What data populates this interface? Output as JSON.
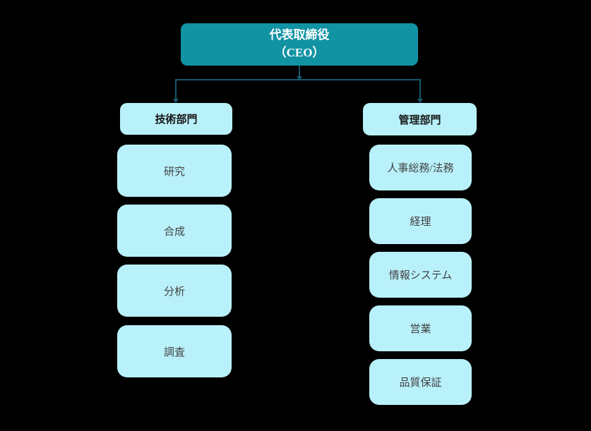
{
  "colors": {
    "bg": "#000000",
    "root_fill": "#1193a4",
    "root_text": "#ffffff",
    "node_fill": "#b9f1fb",
    "header_text": "#161616",
    "node_text": "#424242",
    "line": "#15596b"
  },
  "chart": {
    "type": "org-chart",
    "root": {
      "line1": "代表取締役",
      "line2": "（CEO）"
    },
    "branches": [
      {
        "header": "技術部門",
        "children": [
          "研究",
          "合成",
          "分析",
          "調査"
        ]
      },
      {
        "header": "管理部門",
        "children": [
          "人事総務/法務",
          "経理",
          "情報システム",
          "営業",
          "品質保証"
        ]
      }
    ]
  }
}
